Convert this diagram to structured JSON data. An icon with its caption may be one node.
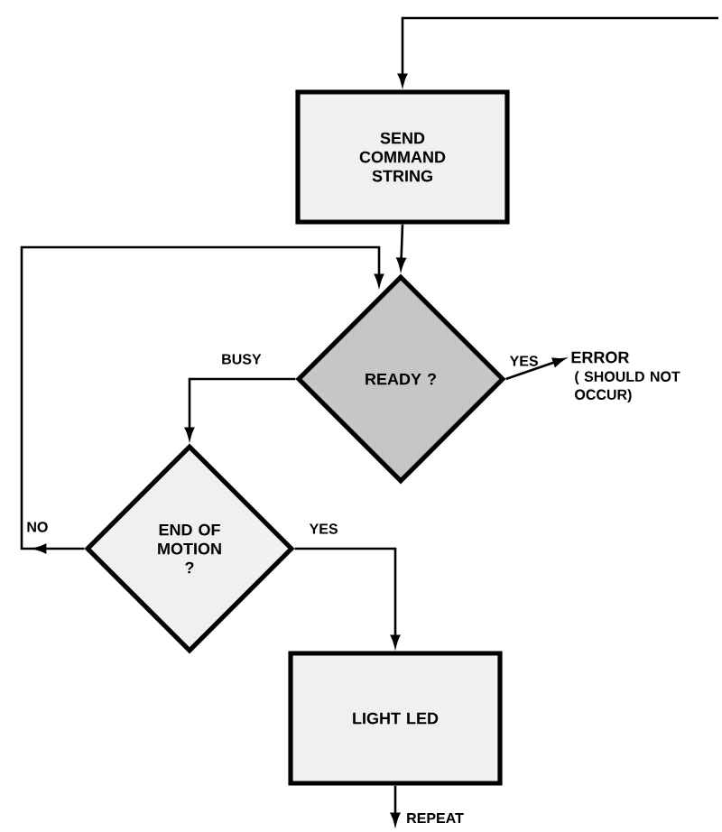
{
  "diagram": {
    "nodes": [
      {
        "text": [
          "SEND COMMAND STRING"
        ]
      },
      {
        "text": [
          "READY ?"
        ]
      },
      {
        "text": [
          "ERROR"
        ],
        "beside": [
          "( SHOULD NOT OCCUR)"
        ]
      },
      {
        "text": [
          "END OF MOTION ?"
        ]
      },
      {
        "text": [
          "LIGHT LED"
        ]
      }
    ],
    "edges": [
      {
        "from": null,
        "to": 0,
        "arrow": "to"
      },
      {
        "from": 0,
        "to": 1,
        "arrow": "to"
      },
      {
        "from": 1,
        "to": 2,
        "arrow": "to",
        "label": "YES"
      },
      {
        "from": 1,
        "to": 3,
        "arrow": "to",
        "label": "BUSY"
      },
      {
        "from": 3,
        "to": 1,
        "arrow": "to",
        "label": "NO"
      },
      {
        "from": 3,
        "to": 4,
        "arrow": "to",
        "label": "YES"
      },
      {
        "from": 4,
        "to": null,
        "arrow": "to",
        "label": "REPEAT"
      }
    ]
  }
}
